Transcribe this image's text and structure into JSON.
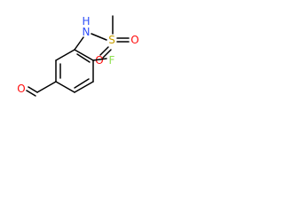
{
  "molecule": {
    "atoms": {
      "nitrogen": "N",
      "hydrogen": "H",
      "sulfur": "S",
      "oxygen_sulfonyl_1": "O",
      "oxygen_sulfonyl_2": "O",
      "fluorine": "F",
      "oxygen_aldehyde": "O"
    },
    "colors": {
      "bond": "#000000",
      "nitrogen": "#3050f8",
      "hydrogen": "#3050f8",
      "sulfur": "#c8a000",
      "oxygen": "#ff0d0d",
      "fluorine": "#90e050"
    }
  }
}
